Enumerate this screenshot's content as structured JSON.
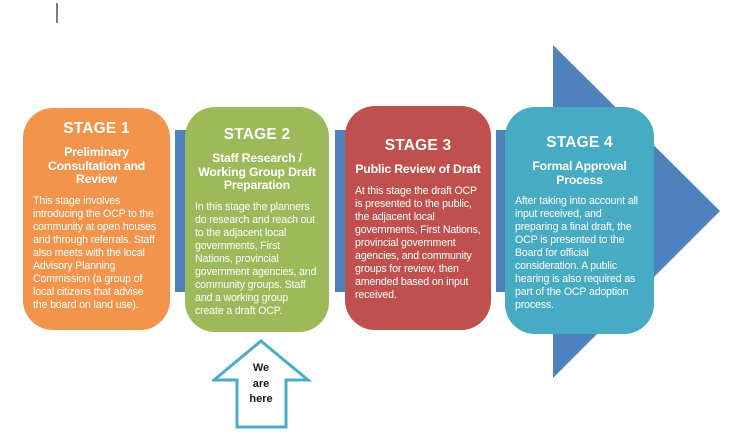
{
  "diagram": {
    "title_hint": "OCP process stages",
    "arrow_color": "#4F81BD",
    "stages": [
      {
        "title": "STAGE 1",
        "subtitle": "Preliminary Consultation and Review",
        "body": "This stage involves introducing the OCP to the community at open houses and through referrals. Staff also meets with the local Advisory Planning Commission (a group of local citizens that advise the board on land use).",
        "color": "#F2944B"
      },
      {
        "title": "STAGE 2",
        "subtitle": "Staff Research / Working Group Draft Preparation",
        "body": "In this stage the planners do research and reach out to the adjacent local governments, First Nations, provincial government agencies, and community groups.  Staff and a working group create a draft OCP.",
        "color": "#9CBA5A"
      },
      {
        "title": "STAGE 3",
        "subtitle": "Public Review of Draft",
        "body": "At this stage the draft OCP is presented to the public, the adjacent local governments, First Nations, provincial government agencies, and community groups for review, then amended based on input received.",
        "color": "#BF504D"
      },
      {
        "title": "STAGE 4",
        "subtitle": "Formal Approval Process",
        "body": "After taking into account all input received, and preparing a final draft, the OCP is presented to the Board for official consideration. A public hearing is also required as part of the OCP adoption process.",
        "color": "#47ACC3"
      }
    ],
    "marker": {
      "label": "We\nare\nhere",
      "outline_color": "#4BACC6"
    }
  }
}
